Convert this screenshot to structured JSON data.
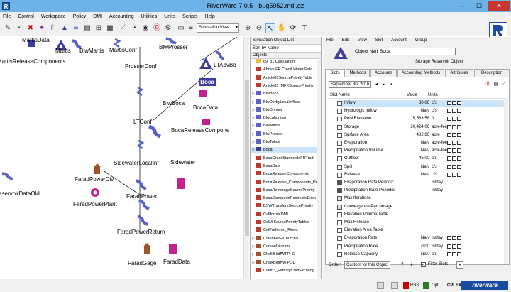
{
  "window": {
    "title": "RiverWare 7.0.5 - bug5952.mdl.gz",
    "app_icon": "R",
    "min": "—",
    "max": "☐",
    "close": "✕"
  },
  "menubar": [
    "File",
    "Control",
    "Workspace",
    "Policy",
    "DMI",
    "Accounting",
    "Utilities",
    "Units",
    "Scripts",
    "Help"
  ],
  "toolbar": {
    "view_select": "Simulation View"
  },
  "workspace": {
    "labels": {
      "martisdata": "MartisData",
      "martis": "Martis",
      "blwmartis": "BlwMartis",
      "martisconf": "MartisConf",
      "blwprosser": "BlwProsser",
      "martisreleasecomponents": "MartisReleaseComponents",
      "prosserconf": "ProsserConf",
      "ltabvbo": "LTAbvBo",
      "boca": "Boca",
      "blwboca": "BlwBoca",
      "bocadata": "BocaData",
      "ltconf": "LTConf",
      "bocareleasecomponents": "BocaReleaseCompone",
      "sidewaterlocalinf": "SidewaterLocalInf",
      "sidewater": "Sidewater",
      "faradpowerdiv": "FaradPowerDiv",
      "reservoirdataold": "eservoirDataOld",
      "faradpower": "FaradPower",
      "faradpowerplant": "FaradPowerPlant",
      "faradpowerreturn": "FaradPowerReturn",
      "faradgage": "FaradGage",
      "faraddata": "FaradData"
    }
  },
  "object_list": {
    "header": "Simulation Object List",
    "sort": "Sort by Name",
    "section": "Objects",
    "items": [
      {
        "label": "69_31 Calculation",
        "expand": "",
        "icon": "#f5b942"
      },
      {
        "label": "Above FR Credit Water Esta",
        "expand": "",
        "icon": "#c0392b"
      },
      {
        "label": "Article85SourcePriorityTable",
        "expand": "",
        "icon": "#c0392b"
      },
      {
        "label": "Article85_MFXSourcePriority",
        "expand": "",
        "icon": "#c0392b"
      },
      {
        "label": "BlwBoca",
        "expand": "▷",
        "icon": "#5a62c8"
      },
      {
        "label": "BlwDerbyLocalInflow",
        "expand": "▷",
        "icon": "#5a62c8"
      },
      {
        "label": "BlwDonner",
        "expand": "▷",
        "icon": "#5a62c8"
      },
      {
        "label": "BlwLahontan",
        "expand": "▷",
        "icon": "#5a62c8"
      },
      {
        "label": "BlwMartis",
        "expand": "▷",
        "icon": "#5a62c8"
      },
      {
        "label": "BlwProsser",
        "expand": "▷",
        "icon": "#5a62c8"
      },
      {
        "label": "BlwTahoe",
        "expand": "▷",
        "icon": "#5a62c8"
      },
      {
        "label": "Boca",
        "expand": "▷",
        "icon": "#3d3d9e"
      },
      {
        "label": "BocaCreditStampedeFRTrad",
        "expand": "",
        "icon": "#c0392b"
      },
      {
        "label": "BocaData",
        "expand": "",
        "icon": "#c0392b"
      },
      {
        "label": "BocaReleaseComponents",
        "expand": "",
        "icon": "#c0392b"
      },
      {
        "label": "BocaRelease_Components_Pe",
        "expand": "",
        "icon": "#c0392b"
      },
      {
        "label": "BocaRestorageSourcePriority",
        "expand": "",
        "icon": "#c0392b"
      },
      {
        "label": "BocaStampedeReconcileExch",
        "expand": "",
        "icon": "#c0392b"
      },
      {
        "label": "BSWTransfersSourcePriority",
        "expand": "",
        "icon": "#c0392b"
      },
      {
        "label": "California DMI",
        "expand": "",
        "icon": "#c0392b"
      },
      {
        "label": "CalMISourcePriorityTables",
        "expand": "",
        "icon": "#c0392b"
      },
      {
        "label": "CalPreferred_Flows",
        "expand": "",
        "icon": "#c0392b"
      },
      {
        "label": "CarsonAtFtChurchill",
        "expand": "▷",
        "icon": "#a0522d"
      },
      {
        "label": "CarsonDivision",
        "expand": "▷",
        "icon": "#a0522d"
      },
      {
        "label": "ChalkBluffWTPHD",
        "expand": "▷",
        "icon": "#a0522d"
      },
      {
        "label": "ChalkBluffWTPOD",
        "expand": "▷",
        "icon": "#a0522d"
      },
      {
        "label": "Claim3_FernleyCredExchang",
        "expand": "",
        "icon": "#c0392b"
      }
    ]
  },
  "slot_panel": {
    "menu": [
      "File",
      "Edit",
      "View",
      "Slot",
      "Account",
      "Group"
    ],
    "object_name_label": "Object Name:",
    "object_name": "Boca",
    "object_type": "Storage Reservoir Object",
    "tabs": [
      "Slots",
      "Methods",
      "Accounts",
      "Accounting Methods",
      "Attributes",
      "Description"
    ],
    "active_tab": "Slots",
    "date": "September 30, 2016",
    "columns": [
      "Slot Name",
      "Value",
      "Units"
    ],
    "slots": [
      {
        "name": "Inflow",
        "value": "30.00",
        "unit": "cfs",
        "icon": "series"
      },
      {
        "name": "Hydrologic Inflow",
        "value": "NaN",
        "unit": "cfs",
        "icon": "series"
      },
      {
        "name": "Pool Elevation",
        "value": "5,563.58",
        "unit": "ft",
        "icon": "series"
      },
      {
        "name": "Storage",
        "value": "10,424.00",
        "unit": "acre-feet",
        "icon": "series"
      },
      {
        "name": "Surface Area",
        "value": "482.80",
        "unit": "acre",
        "icon": "series"
      },
      {
        "name": "Evaporation",
        "value": "NaN",
        "unit": "acre-feet",
        "icon": "series"
      },
      {
        "name": "Precipitation Volume",
        "value": "NaN",
        "unit": "acre-feet",
        "icon": "series"
      },
      {
        "name": "Outflow",
        "value": "45.00",
        "unit": "cfs",
        "icon": "series"
      },
      {
        "name": "Spill",
        "value": "NaN",
        "unit": "cfs",
        "icon": "series"
      },
      {
        "name": "Release",
        "value": "NaN",
        "unit": "cfs",
        "icon": "series"
      },
      {
        "name": "Evaporation Rate Periodic",
        "value": "",
        "unit": "in/day",
        "icon": "periodic"
      },
      {
        "name": "Precipitation Rate Periodic",
        "value": "",
        "unit": "in/day",
        "icon": "periodic"
      },
      {
        "name": "Max Iterations",
        "value": "",
        "unit": "",
        "icon": "scalar"
      },
      {
        "name": "Convergence Percentage",
        "value": "",
        "unit": "",
        "icon": "scalar"
      },
      {
        "name": "Elevation Volume Table",
        "value": "",
        "unit": "",
        "icon": "table"
      },
      {
        "name": "Max Release",
        "value": "",
        "unit": "",
        "icon": "table"
      },
      {
        "name": "Elevation Area Table",
        "value": "",
        "unit": "",
        "icon": "table"
      },
      {
        "name": "Evaporation Rate",
        "value": "NaN",
        "unit": "in/day",
        "icon": "series"
      },
      {
        "name": "Precipitation Rate",
        "value": "0.00",
        "unit": "in/day",
        "icon": "series"
      },
      {
        "name": "Release Capacity",
        "value": "NaN",
        "unit": "cfs",
        "icon": "series"
      }
    ],
    "order_label": "Order:",
    "order_value": "Custom for this Object",
    "filter_slots": "Filter Slots"
  },
  "statusbar": {
    "rbs": "RBS",
    "opt": "Opt",
    "cplex": "CPLEX",
    "logo": "riverware"
  }
}
